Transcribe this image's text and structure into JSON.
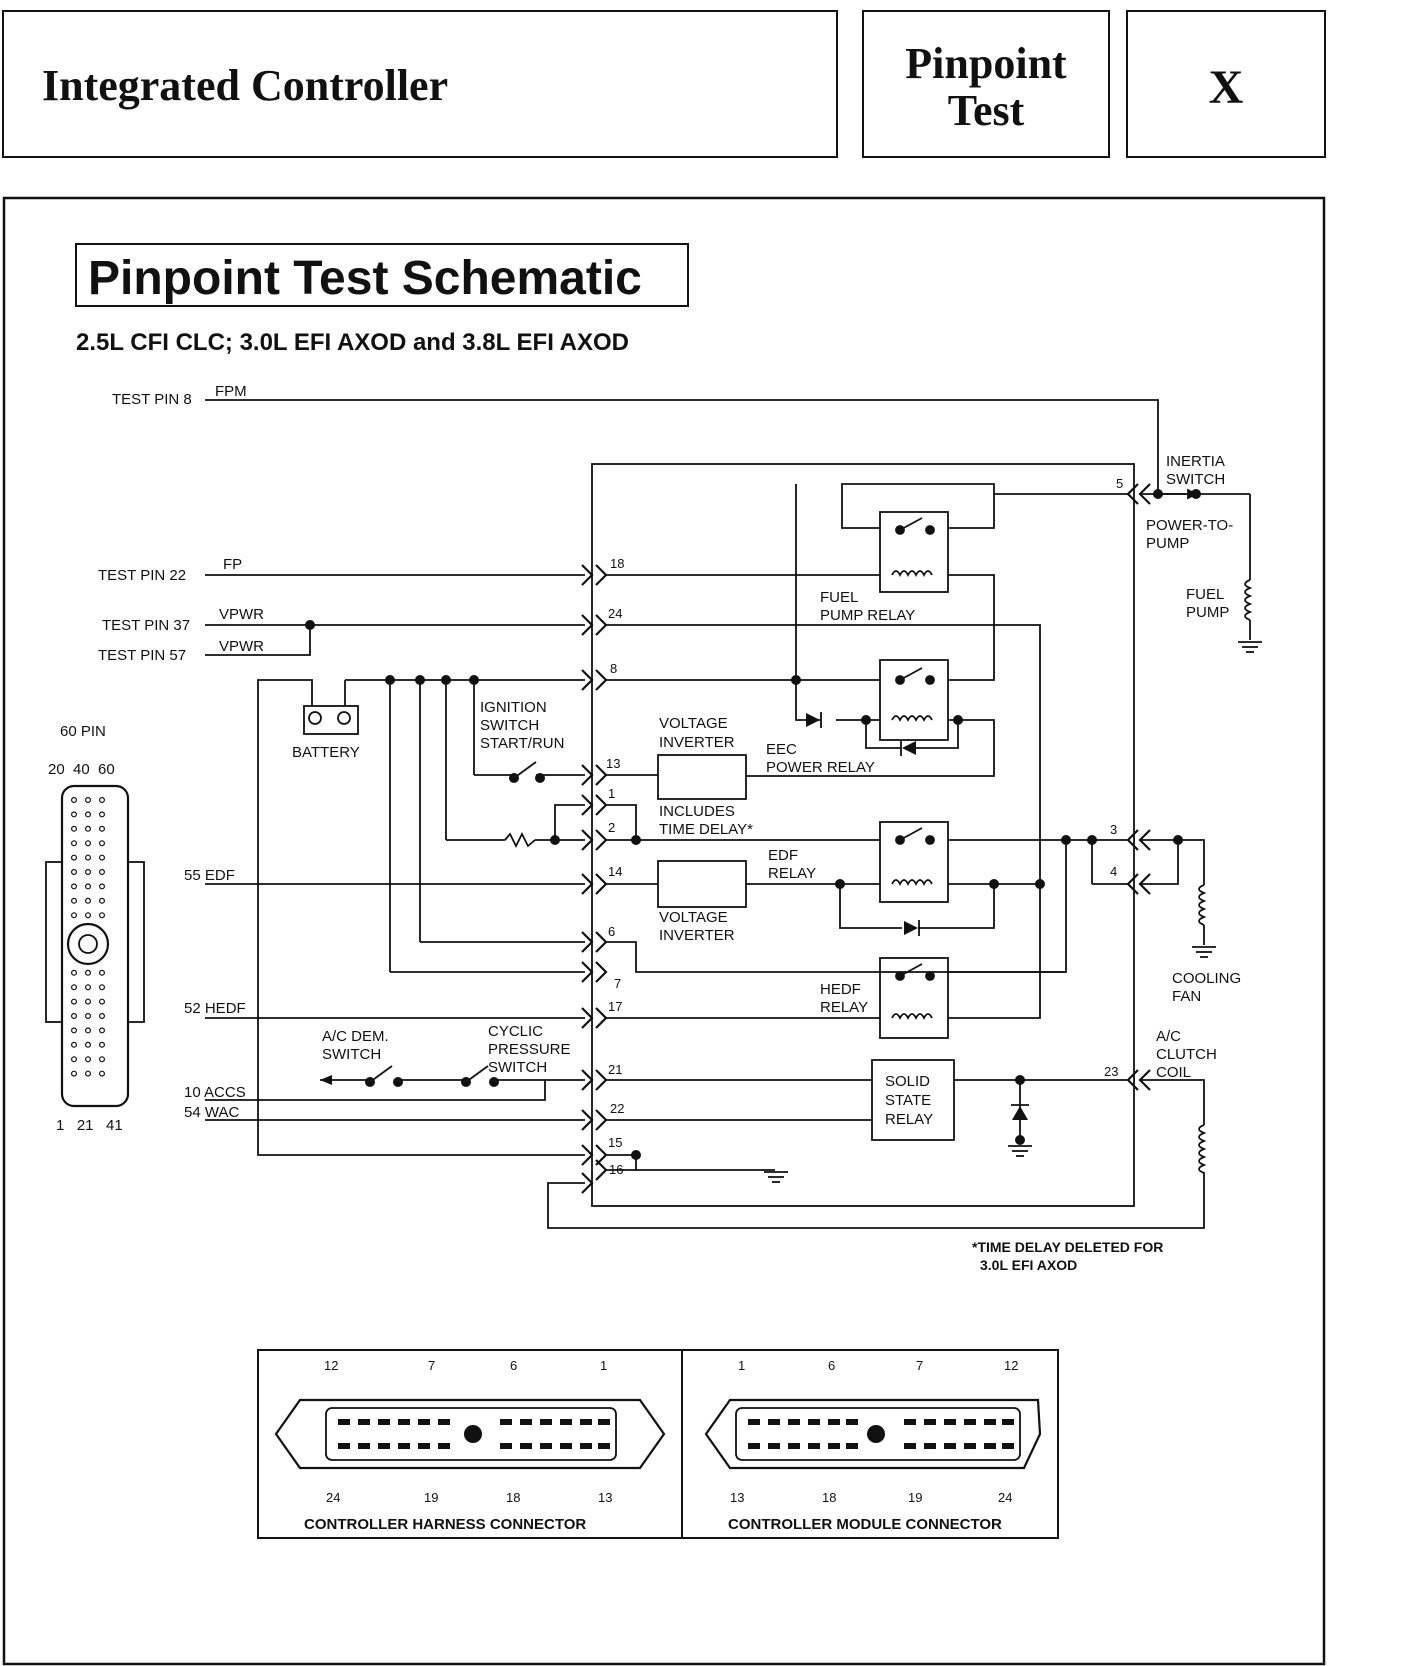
{
  "header": {
    "title": "Integrated Controller",
    "section_line1": "Pinpoint",
    "section_line2": "Test",
    "section_letter": "X"
  },
  "schematic": {
    "heading": "Pinpoint Test Schematic",
    "subtitle": "2.5L CFI CLC; 3.0L EFI AXOD and 3.8L EFI AXOD",
    "footnote_line1": "*TIME DELAY DELETED FOR",
    "footnote_line2": "3.0L EFI AXOD",
    "inputs": {
      "tp8": "TEST PIN 8",
      "fpm": "FPM",
      "tp22": "TEST PIN 22",
      "fp": "FP",
      "tp37": "TEST PIN 37",
      "vpwr1": "VPWR",
      "tp57": "TEST PIN 57",
      "vpwr2": "VPWR",
      "edf55": "55 EDF",
      "hedf52": "52 HEDF",
      "accs10": "10 ACCS",
      "wac54": "54 WAC"
    },
    "components": {
      "battery": "BATTERY",
      "ign1": "IGNITION",
      "ign2": "SWITCH",
      "ign3": "START/RUN",
      "vi1a": "VOLTAGE",
      "vi1b": "INVERTER",
      "inc1": "INCLUDES",
      "inc2": "TIME DELAY*",
      "vi2a": "VOLTAGE",
      "vi2b": "INVERTER",
      "eec1": "EEC",
      "eec2": "POWER RELAY",
      "fpr1": "FUEL",
      "fpr2": "PUMP RELAY",
      "edf1": "EDF",
      "edf2": "RELAY",
      "hedf1": "HEDF",
      "hedf2": "RELAY",
      "acd1": "A/C DEM.",
      "acd2": "SWITCH",
      "cyc1": "CYCLIC",
      "cyc2": "PRESSURE",
      "cyc3": "SWITCH",
      "ssr1": "SOLID",
      "ssr2": "STATE",
      "ssr3": "RELAY",
      "in1": "INERTIA",
      "in2": "SWITCH",
      "ptp1": "POWER-TO-",
      "ptp2": "PUMP",
      "fuel1": "FUEL",
      "fuel2": "PUMP",
      "cf1": "COOLING",
      "cf2": "FAN",
      "ac1": "A/C",
      "ac2": "CLUTCH",
      "ac3": "COIL"
    },
    "pins": {
      "p18": "18",
      "p24": "24",
      "p8": "8",
      "p13": "13",
      "p1": "1",
      "p2": "2",
      "p14": "14",
      "p6": "6",
      "p7": "7",
      "p17": "17",
      "p21": "21",
      "p22": "22",
      "p15": "15",
      "p16": "16",
      "p5": "5",
      "p3": "3",
      "p4": "4",
      "p23": "23"
    },
    "pin60": {
      "title": "60 PIN",
      "top_nums": "20  40  60",
      "bottom_nums": "1   21   41"
    }
  },
  "connectors": {
    "harness": {
      "label": "CONTROLLER HARNESS CONNECTOR",
      "top": [
        "12",
        "7",
        "6",
        "1"
      ],
      "bottom": [
        "24",
        "19",
        "18",
        "13"
      ]
    },
    "module": {
      "label": "CONTROLLER MODULE CONNECTOR",
      "top": [
        "1",
        "6",
        "7",
        "12"
      ],
      "bottom": [
        "13",
        "18",
        "19",
        "24"
      ]
    }
  }
}
